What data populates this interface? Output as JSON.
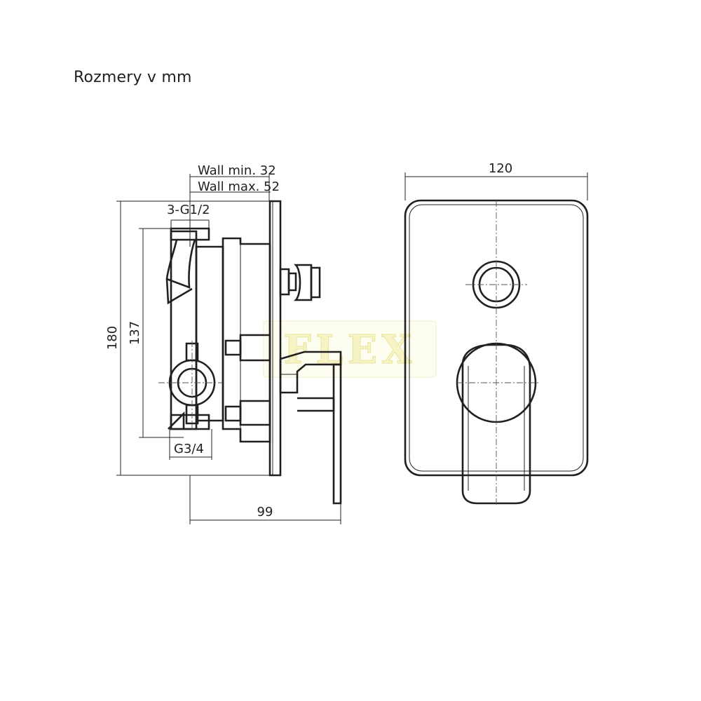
{
  "heading": "Rozmery v mm",
  "watermark": "FLEX",
  "side_view": {
    "wall_min": "Wall min. 32",
    "wall_max": "Wall max. 52",
    "outlets": "3-G1/2",
    "inlet": "G3/4",
    "height_total": "180",
    "height_body": "137",
    "depth": "99"
  },
  "front_view": {
    "width": "120"
  }
}
